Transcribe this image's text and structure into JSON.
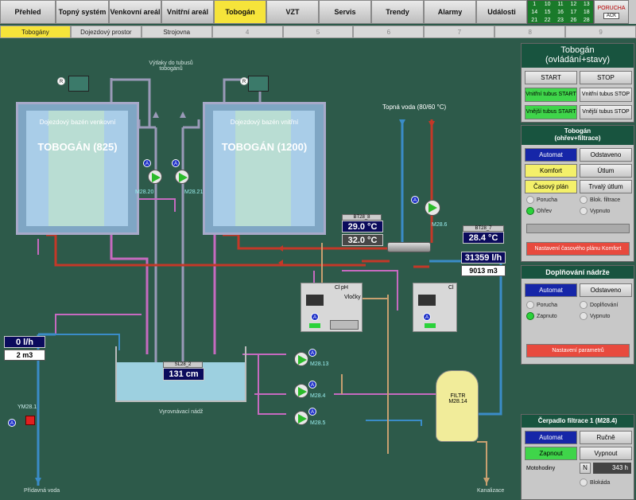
{
  "nav": {
    "items": [
      "Přehled",
      "Topný systém",
      "Venkovní areál",
      "Vnitřní areál",
      "Tobogán",
      "VZT",
      "Servis",
      "Trendy",
      "Alarmy",
      "Události"
    ],
    "alarm_numbers": [
      "1",
      "10",
      "11",
      "12",
      "13",
      "14",
      "15",
      "16",
      "17",
      "18",
      "21",
      "22",
      "23",
      "26",
      "28"
    ],
    "poruch_label": "PORUCHA",
    "ack_label": "ACK"
  },
  "subnav": {
    "items": [
      "Tobogány",
      "Dojezdový prostor",
      "Strojovna",
      "4",
      "5",
      "6",
      "7",
      "8",
      "9"
    ]
  },
  "schema": {
    "pool1": {
      "desc": "Dojezdový bazén venkovní",
      "title": "TOBOGÁN (825)"
    },
    "pool2": {
      "desc": "Dojezdový bazén vnitřní",
      "title": "TOBOGÁN (1200)"
    },
    "vytlaky": "Výtlaky do tubusů tobogánů",
    "topna_voda": "Topná voda (80/60 °C)",
    "pumps": [
      "M28.20",
      "M28.21",
      "M28.6",
      "M28.13",
      "M28.4",
      "M28.5"
    ],
    "bt28_8": {
      "tag": "BT28_8",
      "v1": "29.0 °C",
      "v2": "32.0 °C"
    },
    "bt28_7": {
      "tag": "BT28_7",
      "v1": "28.4 °C"
    },
    "flow1": {
      "v1": "31359 l/h",
      "v2": "9013 m3"
    },
    "flow2": {
      "v1": "0 l/h",
      "v2": "2 m3"
    },
    "level": {
      "tag": "SL28_2",
      "v": "131 cm"
    },
    "chem": {
      "cl": "Cl",
      "ph": "pH",
      "vlocky": "Vločky",
      "cl2": "Cl"
    },
    "filtr": "FILTR\nM28.14",
    "vyrovnavaci": "Vyrovnávací nádž",
    "pridavna": "Přídavná voda",
    "kanalizace": "Kanalizace",
    "ym": "YM28.1",
    "r_label": "R"
  },
  "right": {
    "p1": {
      "title": "Tobogán",
      "title2": "(ovládání+stavy)",
      "start": "START",
      "stop": "STOP",
      "vnitrni_start": "Vnitřní tubus START",
      "vnitrni_stop": "Vnitřní tubus STOP",
      "vnejsi_start": "Vnější tubus START",
      "vnejsi_stop": "Vnější tubus STOP"
    },
    "p2": {
      "title": "Tobogán",
      "title2": "(ohřev+filtrace)",
      "automat": "Automat",
      "odstaveno": "Odstaveno",
      "komfort": "Komfort",
      "utlum": "Útlum",
      "casovy": "Časový plán",
      "trvaly": "Trvalý útlum",
      "porucha": "Porucha",
      "blok": "Blok. filtrace",
      "ohrev": "Ohřev",
      "vypnuto": "Vypnuto",
      "nastaveni": "Nastavení časového plánu Komfort"
    },
    "p3": {
      "title": "Doplňování nádrže",
      "automat": "Automat",
      "odstaveno": "Odstaveno",
      "porucha": "Porucha",
      "doplnovani": "Doplňování",
      "zapnuto": "Zapnuto",
      "vypnuto": "Vypnuto"
    },
    "param": "Nastavení parametrů",
    "p4": {
      "title": "Čerpadlo filtrace 1 (M28.4)",
      "automat": "Automat",
      "rucne": "Ručně",
      "zapnout": "Zapnout",
      "vypnout": "Vypnout",
      "motohodiny": "Motohodiny",
      "n": "N",
      "hours": "343 h",
      "blokada": "Blokáda"
    }
  },
  "colors": {
    "bg": "#2d5a4a",
    "active": "#f6e43a",
    "blue_btn": "#1626a8",
    "green": "#2ad23a",
    "red_btn": "#e84a3e"
  }
}
